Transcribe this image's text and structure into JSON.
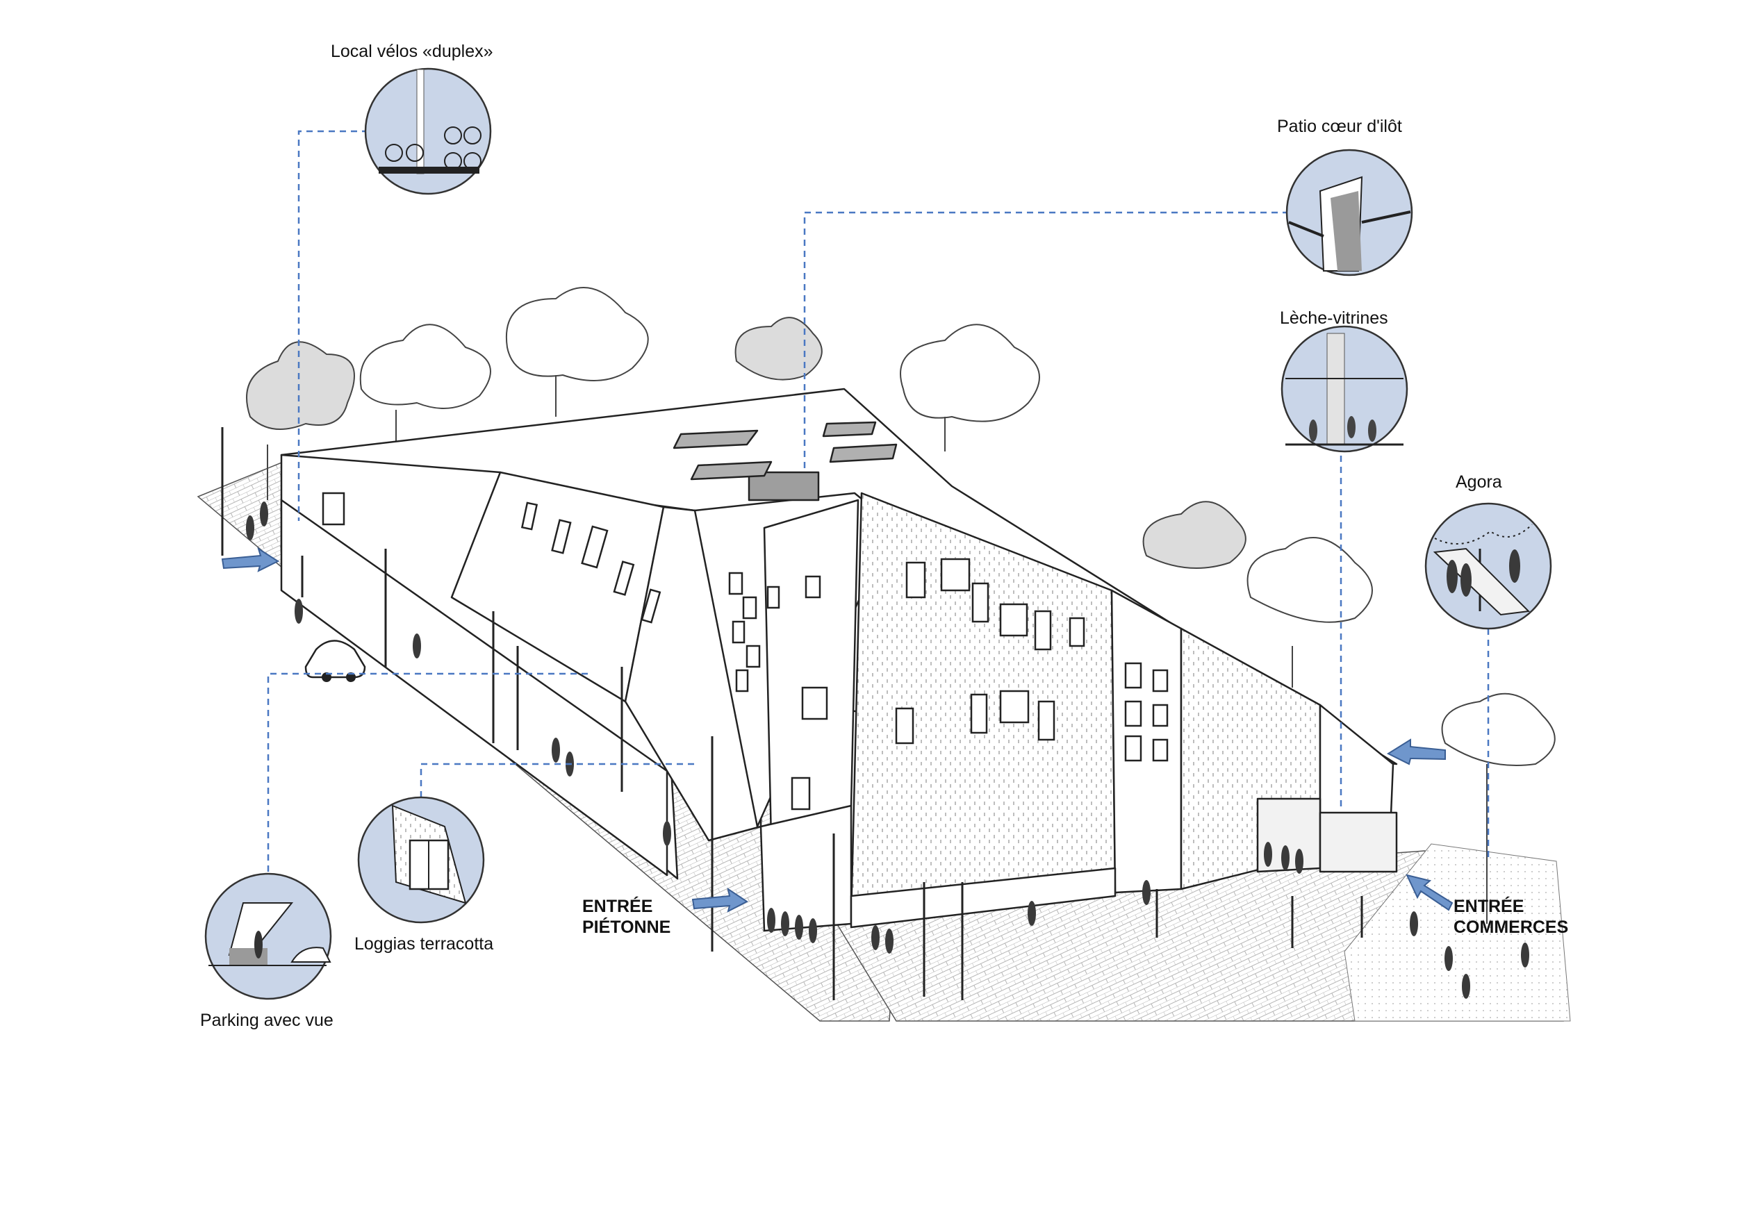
{
  "callouts": {
    "velos": "Local vélos «duplex»",
    "patio": "Patio cœur d'ilôt",
    "leche": "Lèche-vitrines",
    "agora": "Agora",
    "loggias": "Loggias terracotta",
    "parking": "Parking avec vue"
  },
  "entries": {
    "pietonne_line1": "ENTRÉE",
    "pietonne_line2": "PIÉTONNE",
    "commerces_line1": "ENTRÉE",
    "commerces_line2": "COMMERCES"
  },
  "colors": {
    "callout_fill": "#c9d5e8",
    "leader_line": "#4a78c2",
    "arrow_fill": "#6f96cc",
    "ink": "#222222"
  }
}
